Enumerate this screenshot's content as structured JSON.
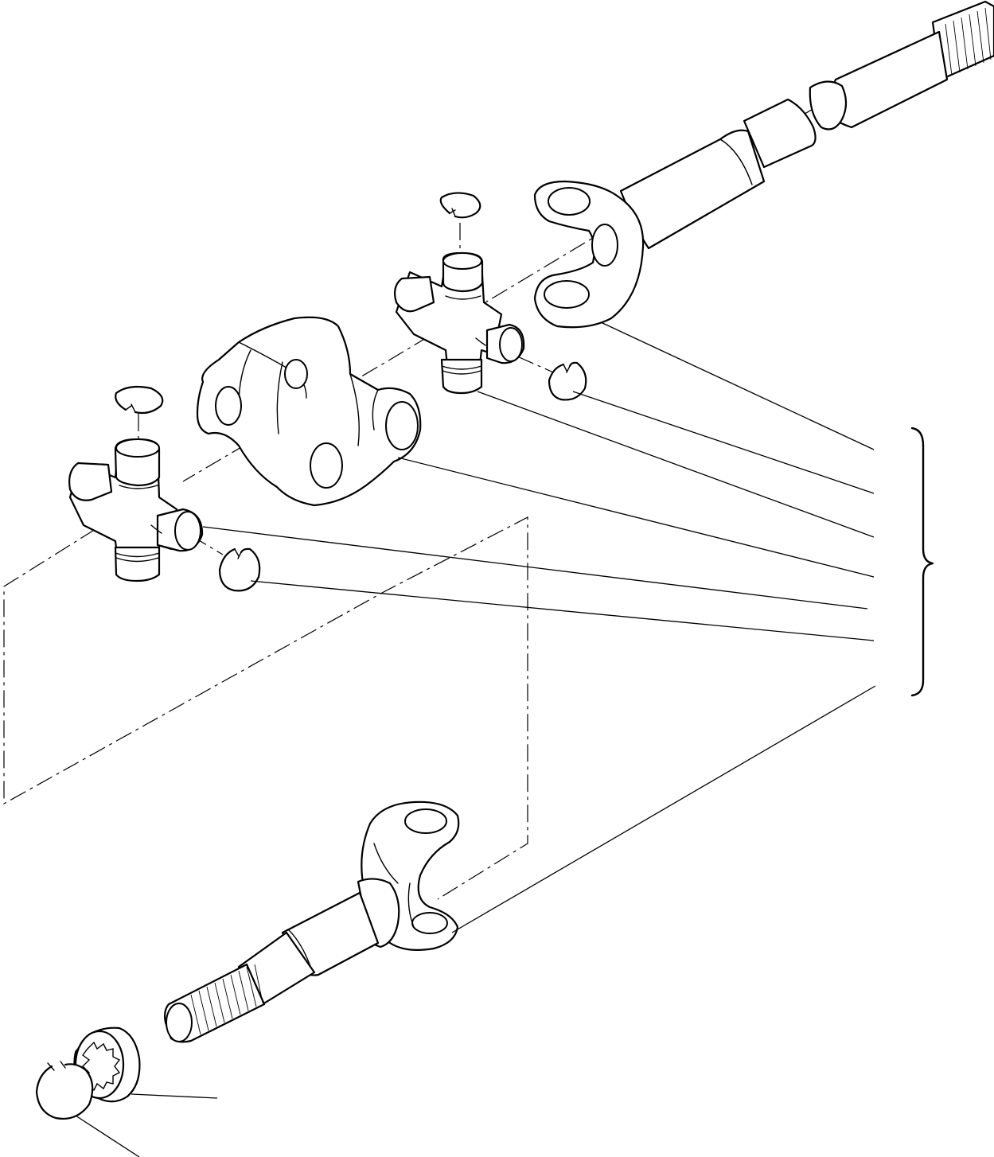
{
  "diagram": {
    "type": "exploded-parts-view",
    "colors": {
      "line": "#000000",
      "background": "#ffffff"
    },
    "parts": [
      {
        "id": "outer-axle-shaft",
        "icon": "splined-shaft-with-yoke"
      },
      {
        "id": "circlip-upper",
        "icon": "snap-ring"
      },
      {
        "id": "universal-joint-cross-upper",
        "icon": "spider-cross"
      },
      {
        "id": "circlip-upper-side",
        "icon": "snap-ring"
      },
      {
        "id": "double-yoke-center",
        "icon": "double-yoke"
      },
      {
        "id": "circlip-lower",
        "icon": "snap-ring"
      },
      {
        "id": "universal-joint-cross-lower",
        "icon": "spider-cross"
      },
      {
        "id": "circlip-lower-side",
        "icon": "snap-ring"
      },
      {
        "id": "inner-axle-shaft",
        "icon": "splined-shaft-with-yoke"
      },
      {
        "id": "bearing-ring",
        "icon": "splined-ring"
      },
      {
        "id": "retaining-snap-ring",
        "icon": "snap-ring"
      }
    ],
    "assembly_group": {
      "icon": "curly-brace",
      "member_count": 7
    }
  }
}
